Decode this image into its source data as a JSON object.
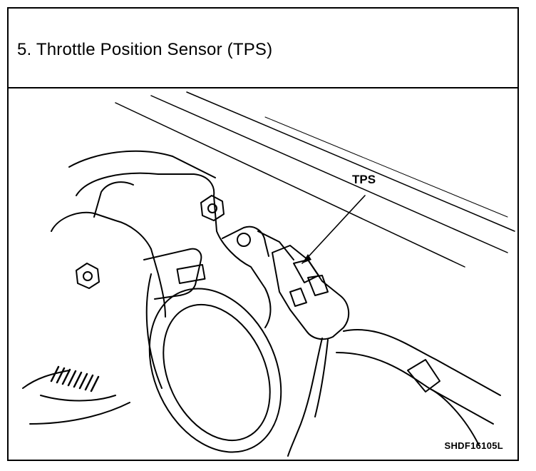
{
  "document": {
    "title": "5.  Throttle Position Sensor (TPS)",
    "figure": {
      "callout_label": "TPS",
      "figure_code": "SHDF16105L"
    }
  }
}
